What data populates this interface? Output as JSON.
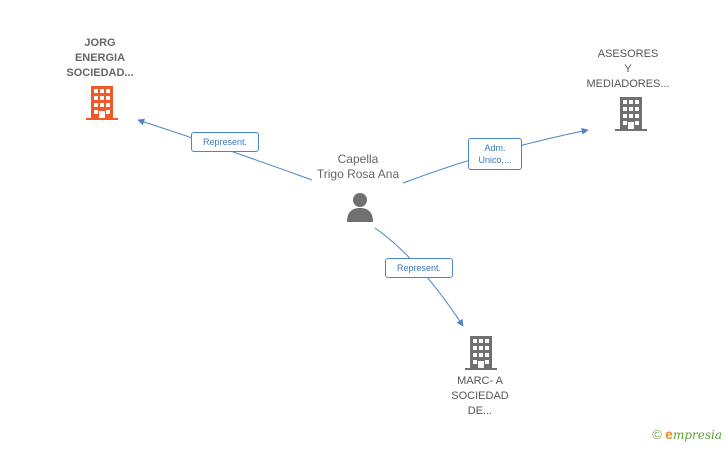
{
  "nodes": {
    "company_jorg": {
      "lines": [
        "JORG",
        "ENERGIA",
        "SOCIEDAD..."
      ],
      "color": "#f05a28"
    },
    "company_asesores": {
      "lines": [
        "ASESORES",
        "Y",
        "MEDIADORES..."
      ],
      "color": "#707070"
    },
    "company_marc": {
      "lines": [
        "MARC- A",
        "SOCIEDAD",
        "DE..."
      ],
      "color": "#707070"
    },
    "person": {
      "lines": [
        "Capella",
        "Trigo Rosa Ana"
      ],
      "color": "#707070"
    }
  },
  "edges": [
    {
      "id": "edge-jorg",
      "label_lines": [
        "Represent."
      ]
    },
    {
      "id": "edge-asesores",
      "label_lines": [
        "Adm.",
        "Unico,..."
      ]
    },
    {
      "id": "edge-marc",
      "label_lines": [
        "Represent."
      ]
    }
  ],
  "edge_color": "#4a86c8",
  "footer": {
    "copyright": "©",
    "brand_initial": "e",
    "brand_rest": "mpresia"
  }
}
